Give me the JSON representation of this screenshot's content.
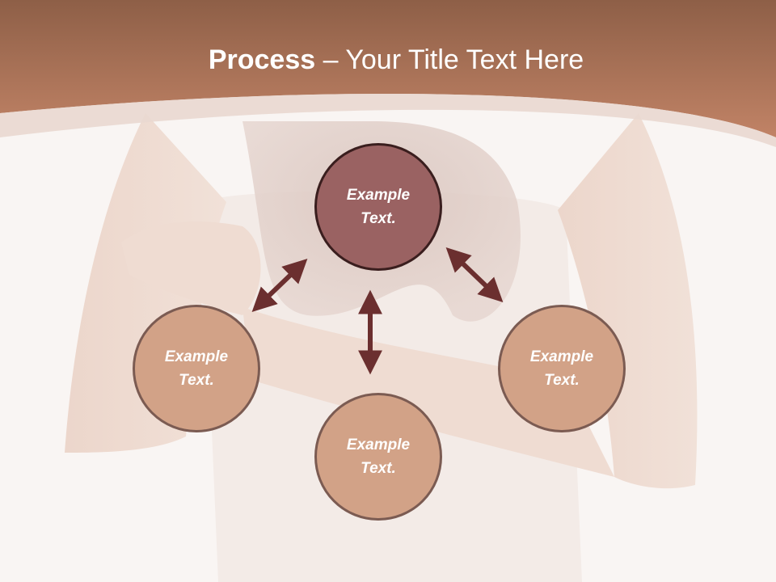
{
  "header": {
    "title_bold": "Process",
    "title_rest": " – Your Title Text Here"
  },
  "nodes": {
    "top": {
      "line1": "Example",
      "line2": "Text."
    },
    "left": {
      "line1": "Example",
      "line2": "Text."
    },
    "right": {
      "line1": "Example",
      "line2": "Text."
    },
    "bottom": {
      "line1": "Example",
      "line2": "Text."
    }
  },
  "colors": {
    "header_band": "#b77d64",
    "top_circle": "#9a6262",
    "outer_circles": "#d2a287",
    "arrows": "#6b2f2f"
  }
}
